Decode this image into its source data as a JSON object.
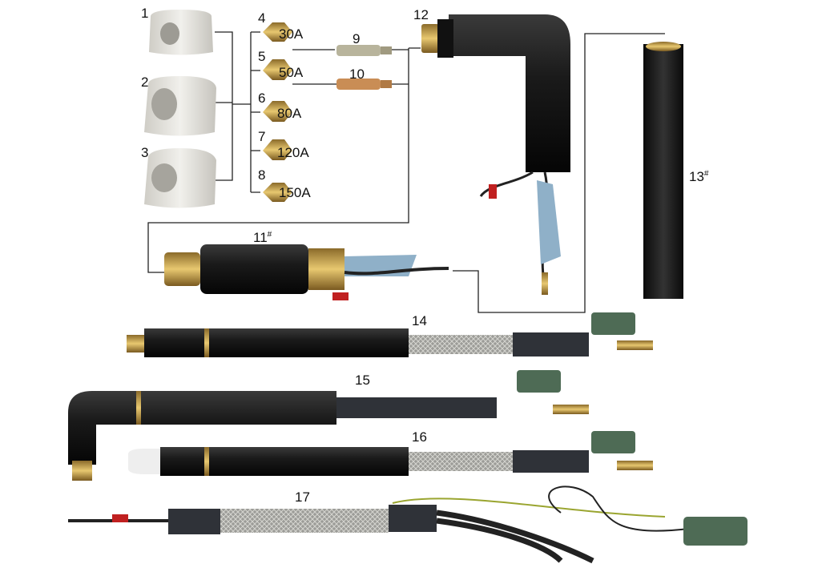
{
  "parts": [
    {
      "id": "1",
      "label": "1"
    },
    {
      "id": "2",
      "label": "2"
    },
    {
      "id": "3",
      "label": "3"
    },
    {
      "id": "4",
      "label": "4",
      "rating": "30A"
    },
    {
      "id": "5",
      "label": "5",
      "rating": "50A"
    },
    {
      "id": "6",
      "label": "6",
      "rating": "80A"
    },
    {
      "id": "7",
      "label": "7",
      "rating": "120A"
    },
    {
      "id": "8",
      "label": "8",
      "rating": "150A"
    },
    {
      "id": "9",
      "label": "9"
    },
    {
      "id": "10",
      "label": "10"
    },
    {
      "id": "11",
      "label": "11",
      "mark": "#"
    },
    {
      "id": "12",
      "label": "12"
    },
    {
      "id": "13",
      "label": "13",
      "mark": "#"
    },
    {
      "id": "14",
      "label": "14"
    },
    {
      "id": "15",
      "label": "15"
    },
    {
      "id": "16",
      "label": "16"
    },
    {
      "id": "17",
      "label": "17"
    }
  ],
  "colors": {
    "ceramic": "#e4e2dc",
    "brass": "#c9a24a",
    "body": "#1c1c1c",
    "braid": "#a9a9a4",
    "cable": "#2f3238",
    "connector": "#4e6b55"
  }
}
